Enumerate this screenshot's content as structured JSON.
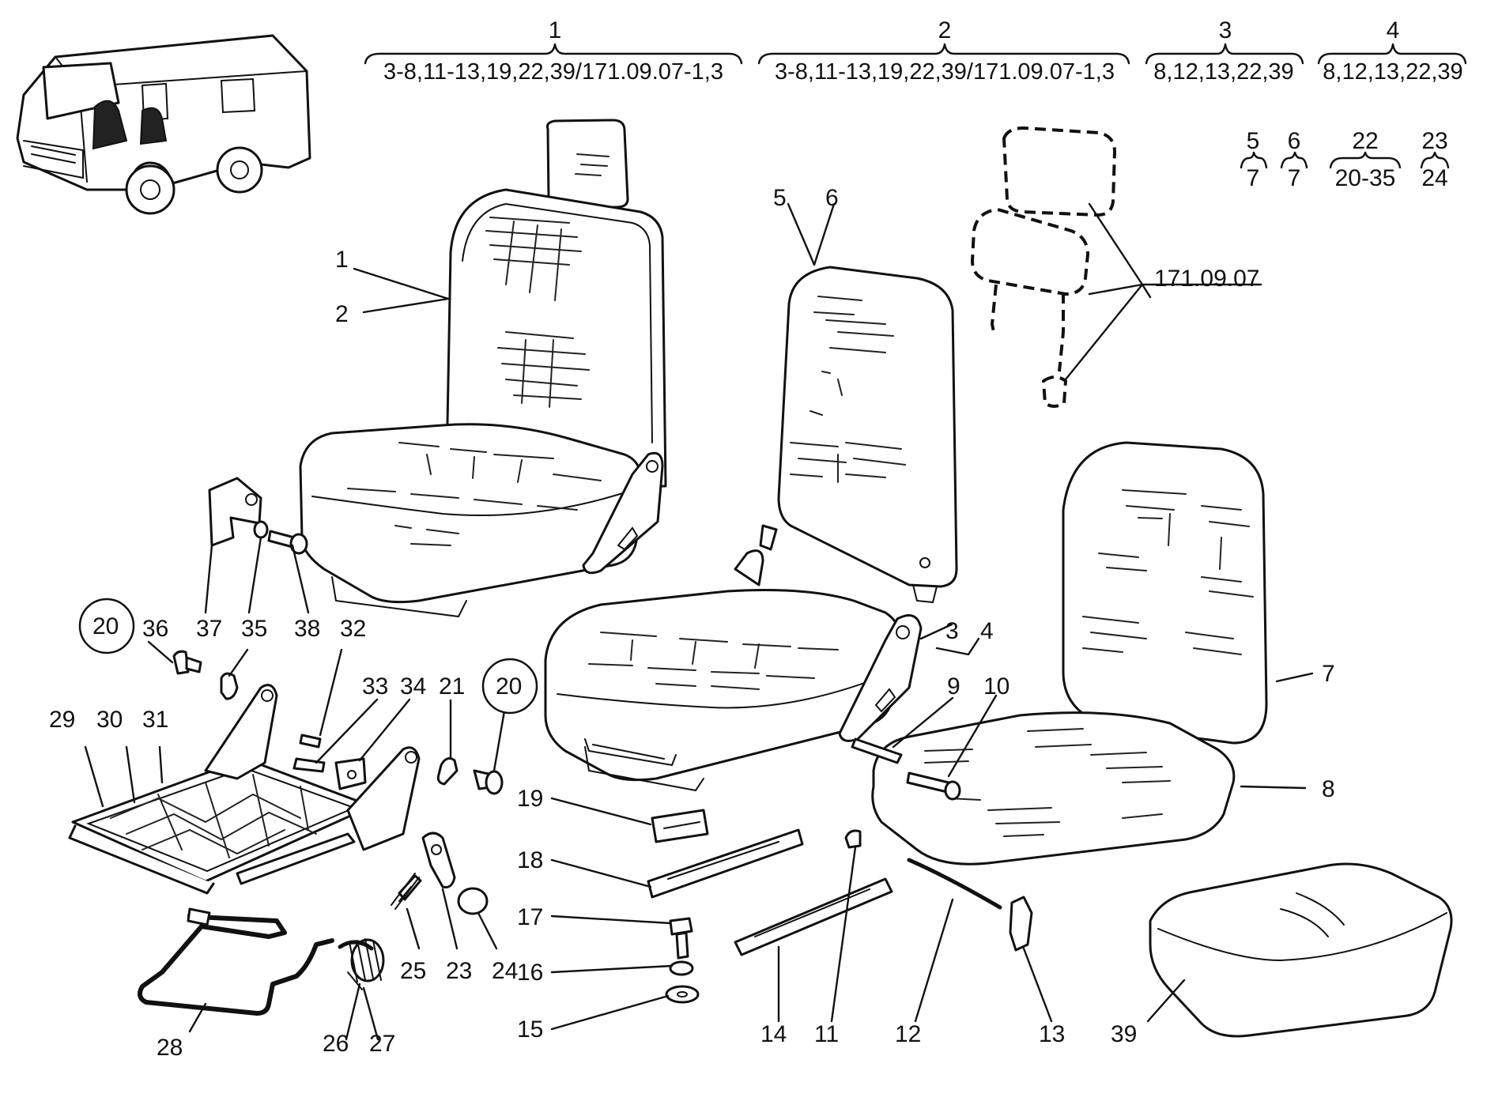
{
  "headers": [
    {
      "num": "1",
      "sub": "3-8,11-13,19,22,39/171.09.07-1,3"
    },
    {
      "num": "2",
      "sub": "3-8,11-13,19,22,39/171.09.07-1,3"
    },
    {
      "num": "3",
      "sub": "8,12,13,22,39"
    },
    {
      "num": "4",
      "sub": "8,12,13,22,39"
    }
  ],
  "groups": [
    {
      "top": "5",
      "bottom": "7"
    },
    {
      "top": "6",
      "bottom": "7"
    },
    {
      "top": "22",
      "bottom": "20-35"
    },
    {
      "top": "23",
      "bottom": "24"
    }
  ],
  "reference": "171.09.07",
  "callouts": {
    "c1": "1",
    "c2": "2",
    "c3": "3",
    "c4": "4",
    "c5": "5",
    "c6": "6",
    "c7": "7",
    "c8": "8",
    "c9": "9",
    "c10": "10",
    "c11": "11",
    "c12": "12",
    "c13": "13",
    "c14": "14",
    "c15": "15",
    "c16": "16",
    "c17": "17",
    "c18": "18",
    "c19": "19",
    "c20a": "20",
    "c20b": "20",
    "c21": "21",
    "c23": "23",
    "c24": "24",
    "c25": "25",
    "c26": "26",
    "c27": "27",
    "c28": "28",
    "c29": "29",
    "c30": "30",
    "c31": "31",
    "c32": "32",
    "c33": "33",
    "c34": "34",
    "c35": "35",
    "c36": "36",
    "c37": "37",
    "c38": "38",
    "c39": "39"
  }
}
